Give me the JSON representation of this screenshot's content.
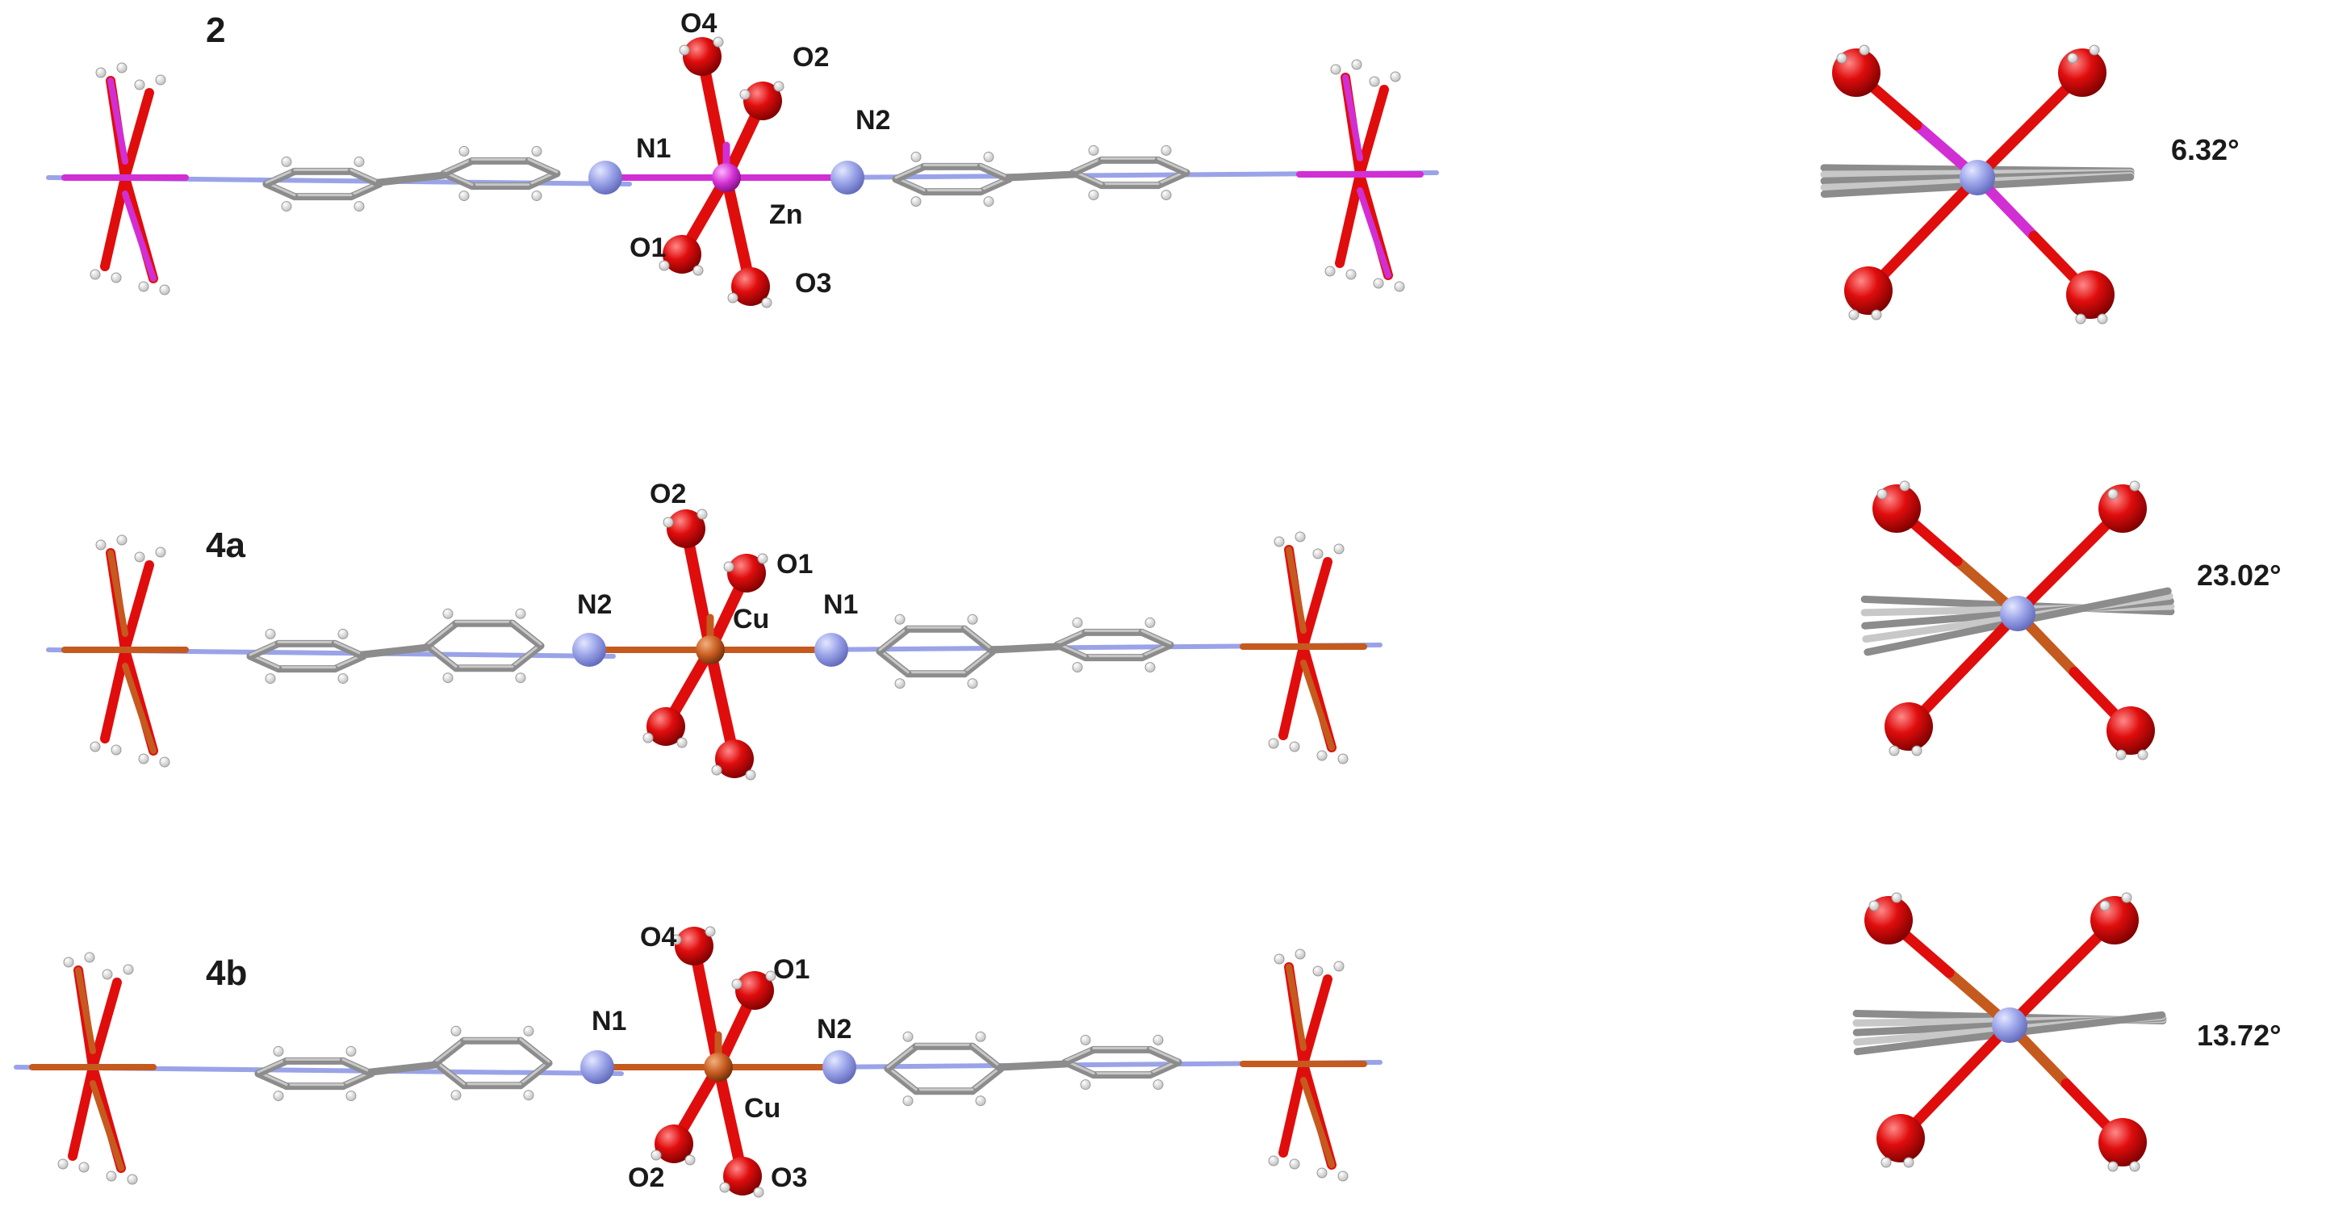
{
  "colors": {
    "oxygen": "#e00d0d",
    "oxygen_dark": "#8a0000",
    "nitrogen": "#9aa3e8",
    "nitrogen_dark": "#5e66b8",
    "zinc": "#d12fd3",
    "copper": "#c55a1f",
    "carbon": "#8c8c8c",
    "carbon_light": "#c8c8c8",
    "hydrogen": "#ffffff",
    "text": "#1a1a1a"
  },
  "panels": [
    {
      "id": "2",
      "metal": "zinc",
      "compound_label": "2",
      "metal_label": "Zn",
      "atoms": {
        "O_top_left": "O4",
        "O_top_right": "O2",
        "O_bot_left": "O1",
        "O_bot_right": "O3",
        "N_left": "N1",
        "N_right": "N2"
      },
      "angle_label": "6.32°",
      "tilt_deg": 6.32
    },
    {
      "id": "4a",
      "metal": "copper",
      "compound_label": "4a",
      "metal_label": "Cu",
      "atoms": {
        "O_top_left": "O2",
        "O_top_right": "O1",
        "O_bot_left": "",
        "O_bot_right": "",
        "N_left": "N2",
        "N_right": "N1"
      },
      "angle_label": "23.02°",
      "tilt_deg": 23.02
    },
    {
      "id": "4b",
      "metal": "copper",
      "compound_label": "4b",
      "metal_label": "Cu",
      "atoms": {
        "O_top_left": "O4",
        "O_top_right": "O1",
        "O_bot_left": "O2",
        "O_bot_right": "O3",
        "N_left": "N1",
        "N_right": "N2"
      },
      "angle_label": "13.72°",
      "tilt_deg": 13.72
    }
  ]
}
